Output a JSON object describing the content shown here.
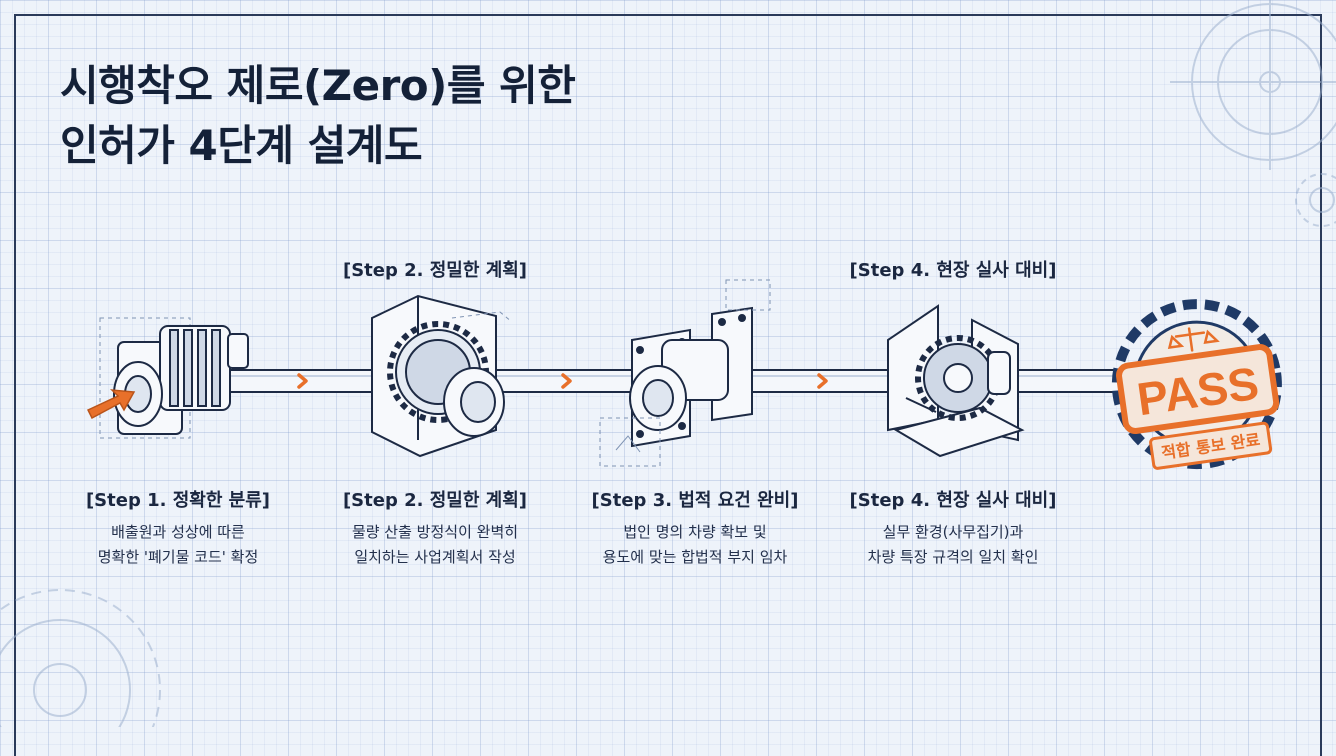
{
  "title": {
    "line1": "시행착오 제로(Zero)를 위한",
    "line2": "인허가 4단계 설계도"
  },
  "top_labels": [
    "[Step 2. 정밀한 계획]",
    "[Step 4. 현장 실사 대비]"
  ],
  "steps": [
    {
      "title": "[Step 1. 정확한 분류]",
      "line1": "배출원과 성상에 따른",
      "line2": "명확한 '폐기물 코드' 확정"
    },
    {
      "title": "[Step 2. 정밀한 계획]",
      "line1": "물량 산출 방정식이 완벽히",
      "line2": "일치하는 사업계획서 작성"
    },
    {
      "title": "[Step 3. 법적 요건 완비]",
      "line1": "법인 명의 차량 확보 및",
      "line2": "용도에 맞는 합법적 부지 임차"
    },
    {
      "title": "[Step 4. 현장 실사 대비]",
      "line1": "실무 환경(사무집기)과",
      "line2": "차량 특장 규격의 일치 확인"
    }
  ],
  "stamp": {
    "main": "PASS",
    "sub": "적합 통보 완료"
  },
  "colors": {
    "accent": "#e8702a",
    "ink": "#1d2a44",
    "background": "#eef3fa"
  }
}
